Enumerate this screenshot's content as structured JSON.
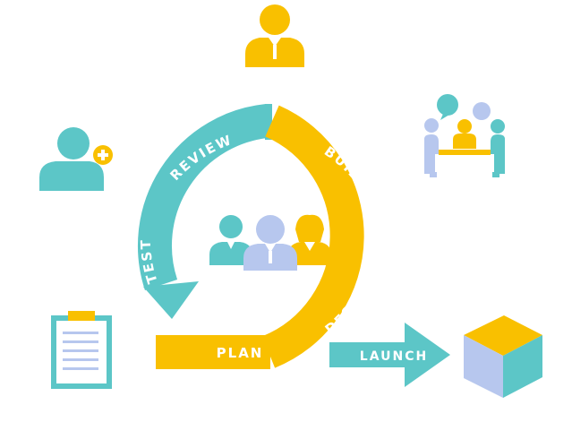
{
  "cycle": {
    "build_label": "BUILD",
    "design_label": "DESIGN",
    "plan_label": "PLAN",
    "test_label": "TEST",
    "review_label": "REVIEW"
  },
  "launch": {
    "label": "LAUNCH"
  },
  "colors": {
    "teal": "#5CC6C7",
    "yellow": "#F9C000",
    "lavender": "#B7C7EE",
    "white": "#FFFFFF"
  },
  "icons": [
    "client-person-icon",
    "add-user-icon",
    "meeting-icon",
    "team-icon",
    "checklist-clipboard-icon",
    "product-cube-icon"
  ]
}
